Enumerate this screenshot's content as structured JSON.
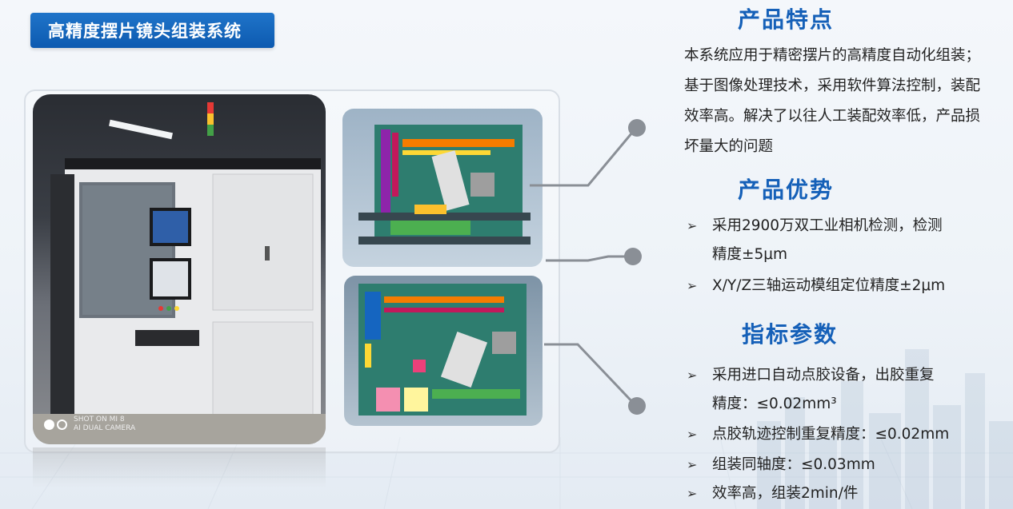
{
  "title": "高精度摆片镜头组装系统",
  "photo": {
    "watermark_line1": "SHOT ON MI 8",
    "watermark_line2": "AI DUAL CAMERA"
  },
  "features": {
    "heading": "产品特点",
    "text": "本系统应用于精密摆片的高精度自动化组装；基于图像处理技术，采用软件算法控制，装配效率高。解决了以往人工装配效率低，产品损坏量大的问题"
  },
  "advantages": {
    "heading": "产品优势",
    "items": [
      {
        "line1": "采用2900万双工业相机检测，检测",
        "line2": "精度±5μm"
      },
      {
        "line1": "X/Y/Z三轴运动模组定位精度±2μm",
        "line2": ""
      }
    ]
  },
  "specs": {
    "heading": "指标参数",
    "items": [
      {
        "line1": "采用进口自动点胶设备，出胶重复",
        "line2": "精度：≤0.02mm³"
      },
      {
        "line1": "点胶轨迹控制重复精度：≤0.02mm",
        "line2": ""
      },
      {
        "line1": "组装同轴度：≤0.03mm",
        "line2": ""
      },
      {
        "line1": "效率高，组装2min/件",
        "line2": ""
      }
    ]
  },
  "bullet_icon": "arrowhead-icon",
  "colors": {
    "accent": "#1560b8",
    "badge": "#1565c0",
    "connector": "#8a8f96"
  }
}
